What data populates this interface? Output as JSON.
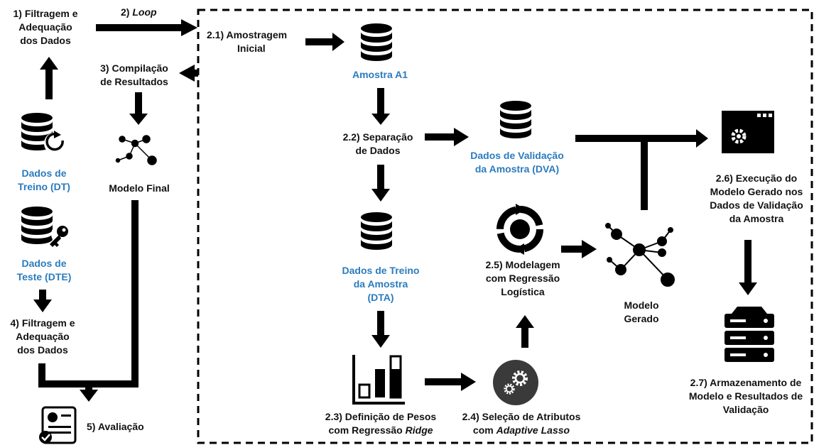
{
  "steps": {
    "s1": {
      "line1": "1) Filtragem e",
      "line2": "Adequação",
      "line3": "dos Dados"
    },
    "loop": {
      "prefix": "2) ",
      "emph": "Loop"
    },
    "s21": {
      "line1": "2.1) Amostragem",
      "line2": "Inicial"
    },
    "s3": {
      "line1": "3) Compilação",
      "line2": "de Resultados"
    },
    "sample": {
      "label": "Amostra A1"
    },
    "s22": {
      "line1": "2.2) Separação",
      "line2": "de Dados"
    },
    "dva": {
      "line1": "Dados de Validação",
      "line2": "da Amostra (DVA)"
    },
    "dt": {
      "line1": "Dados de",
      "line2": "Treino (DT)"
    },
    "final_model": {
      "label": "Modelo Final"
    },
    "dte": {
      "line1": "Dados de",
      "line2": "Teste (DTE)"
    },
    "dta": {
      "line1": "Dados de Treino",
      "line2": "da Amostra",
      "line3": "(DTA)"
    },
    "s25": {
      "line1": "2.5) Modelagem",
      "line2": "com Regressão",
      "line3": "Logística"
    },
    "generated_model": {
      "line1": "Modelo",
      "line2": "Gerado"
    },
    "s26": {
      "line1": "2.6) Execução do",
      "line2": "Modelo Gerado nos",
      "line3": "Dados de Validação",
      "line4": "da Amostra"
    },
    "s4": {
      "line1": "4) Filtragem e",
      "line2": "Adequação",
      "line3": "dos Dados"
    },
    "s23": {
      "line1": "2.3) Definição de Pesos",
      "line2_prefix": "com Regressão ",
      "line2_emph": "Ridge"
    },
    "s24": {
      "line1": "2.4) Seleção de Atributos",
      "line2_prefix": "com ",
      "line2_emph": "Adaptive Lasso"
    },
    "s27": {
      "line1": "2.7) Armazenamento de",
      "line2": "Modelo e Resultados de",
      "line3": "Validação"
    },
    "s5": {
      "label": "5) Avaliação"
    }
  },
  "icons": [
    "database-icon",
    "database-refresh-icon",
    "database-key-icon",
    "network-graph-icon",
    "refresh-cycle-icon",
    "gears-icon",
    "bar-chart-icon",
    "app-window-gear-icon",
    "server-rack-icon",
    "report-check-icon"
  ],
  "colors": {
    "label_blue": "#2b7bbd",
    "arrow": "#000000",
    "icon": "#000000",
    "gear_circle": "#3a3a3a"
  }
}
